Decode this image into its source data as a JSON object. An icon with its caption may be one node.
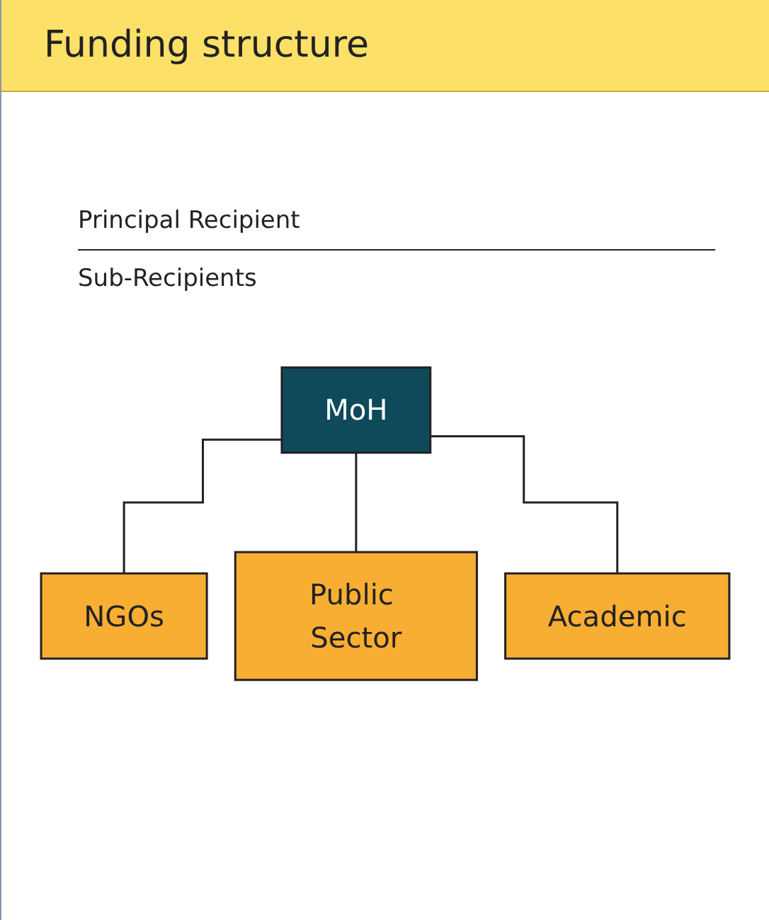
{
  "diagram": {
    "title": "Funding structure",
    "nodes": [
      {
        "text": [
          "MoH"
        ]
      },
      {
        "text": [
          "NGOs"
        ]
      },
      {
        "text": [
          "Public Sector"
        ]
      },
      {
        "text": [
          "Academic"
        ]
      }
    ],
    "edges": [
      {
        "from": 0,
        "to": 1,
        "arrow": "none"
      },
      {
        "from": 0,
        "to": 2,
        "arrow": "none"
      },
      {
        "from": 0,
        "to": 3,
        "arrow": "none"
      }
    ],
    "labels": [
      "Principal Recipient",
      "Sub-Recipients"
    ]
  }
}
